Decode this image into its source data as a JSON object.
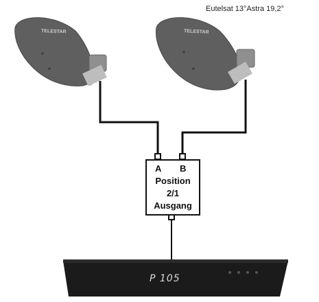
{
  "caption": "Eutelsat 13°Astra 19,2°",
  "dish_left": {
    "brand": "TELESTAR"
  },
  "dish_right": {
    "brand": "TELESTAR"
  },
  "switch": {
    "port_a": "A",
    "port_b": "B",
    "line1": "Position",
    "line2": "2/1",
    "line3": "Ausgang"
  },
  "receiver": {
    "display": "P 105"
  },
  "colors": {
    "dish": "#5f5f5f",
    "cable": "#111111",
    "receiver": "#1b1b1b"
  }
}
